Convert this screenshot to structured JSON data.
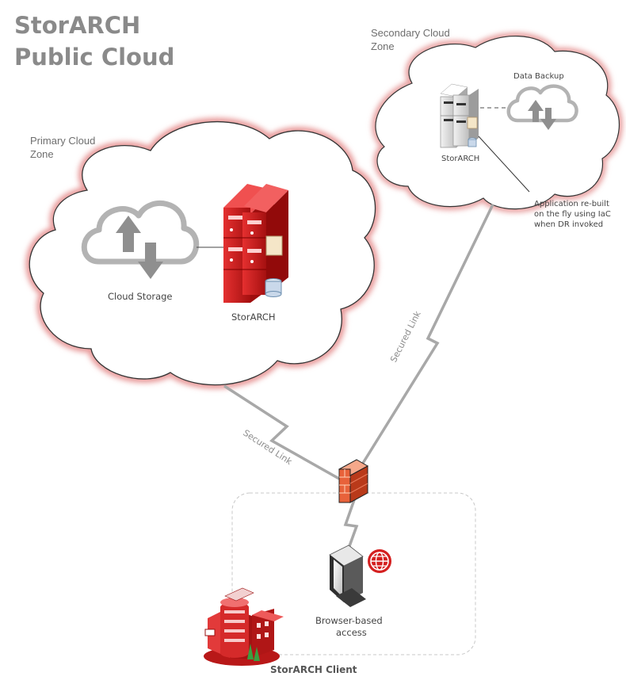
{
  "title": {
    "line1": "StorARCH",
    "line2": "Public Cloud"
  },
  "primary_zone": {
    "label_line1": "Primary Cloud",
    "label_line2": "Zone",
    "cloud_storage_label": "Cloud Storage",
    "server_label": "StorARCH"
  },
  "secondary_zone": {
    "label_line1": "Secondary Cloud",
    "label_line2": "Zone",
    "backup_label": "Data Backup",
    "server_label": "StorARCH"
  },
  "callout": {
    "line1": "Application re-built",
    "line2": "on the fly using IaC",
    "line3": "when DR invoked"
  },
  "links": {
    "primary_link_label": "Secured Link",
    "secondary_link_label": "Secured Link"
  },
  "client": {
    "browser_line1": "Browser-based",
    "browser_line2": "access",
    "client_label": "StorARCH Client"
  },
  "colors": {
    "accent_red": "#d42020",
    "title_gray": "#8a8a8a",
    "link_gray": "#a8a8a8"
  }
}
